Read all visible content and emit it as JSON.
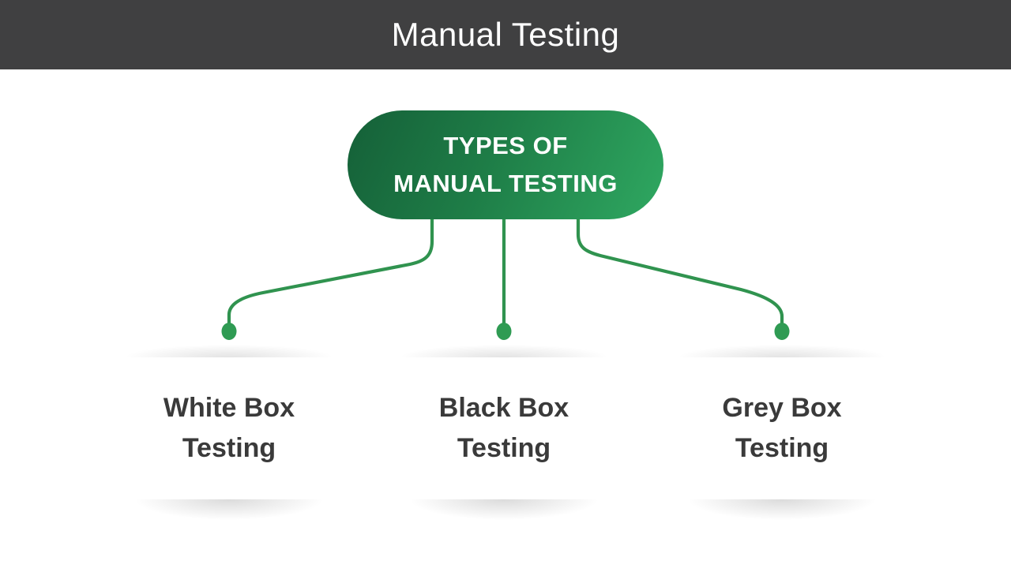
{
  "header": {
    "title": "Manual Testing"
  },
  "diagram": {
    "root": {
      "lines": [
        "TYPES OF",
        "MANUAL TESTING"
      ]
    },
    "children": [
      {
        "label": "White Box Testing"
      },
      {
        "label": "Black Box Testing"
      },
      {
        "label": "Grey Box Testing"
      }
    ],
    "colors": {
      "header_bg": "#404041",
      "header_text": "#FFFFFF",
      "pill_gradient_start": "#156038",
      "pill_gradient_end": "#2FA861",
      "pill_text": "#FFFFFF",
      "connector": "#30934F",
      "dot": "#2F9B53",
      "card_bg": "#FFFFFF",
      "card_text": "#3A3A3A"
    }
  }
}
